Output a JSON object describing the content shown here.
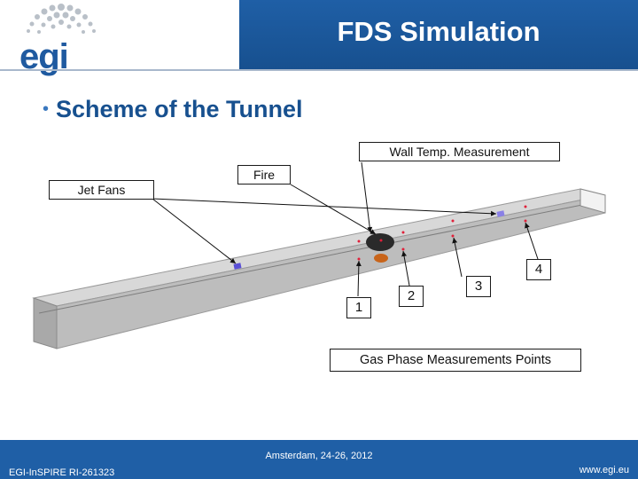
{
  "slide": {
    "title": "FDS Simulation",
    "logo_text": "egi",
    "heading": "Scheme of the Tunnel"
  },
  "labels": {
    "wall_temp": "Wall Temp. Measurement",
    "fire": "Fire",
    "jet_fans": "Jet Fans",
    "gas_phase": "Gas Phase Measurements Points",
    "points": [
      "1",
      "2",
      "3",
      "4"
    ]
  },
  "footer": {
    "event": "Amsterdam, 24-26, 2012",
    "project": "EGI-InSPIRE RI-261323",
    "website": "www.egi.eu"
  },
  "colors": {
    "header_blue": "#1f5fa6",
    "heading_blue": "#17508f",
    "fire": "#c8641a",
    "fan": "#5a4fd6",
    "sensor": "#e0203a"
  }
}
